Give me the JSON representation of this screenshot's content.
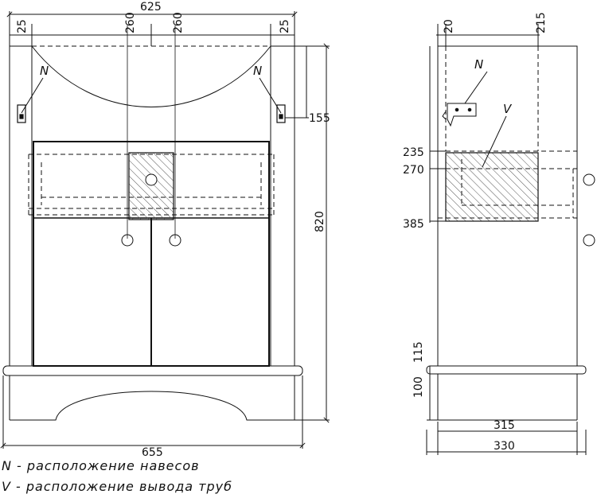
{
  "front_view": {
    "dim_top_total": "625",
    "dim_left_edge": "25",
    "dim_right_edge": "25",
    "dim_center_left": "260",
    "dim_center_right": "260",
    "dim_hanger_height": "155",
    "dim_total_height": "820",
    "dim_bottom_width": "655",
    "hanger_label_left": "N",
    "hanger_label_right": "N"
  },
  "side_view": {
    "dim_top_left": "20",
    "dim_top_right": "215",
    "dim_h_235": "235",
    "dim_h_270": "270",
    "dim_h_385": "385",
    "dim_h_115": "115",
    "dim_h_100": "100",
    "dim_w_315": "315",
    "dim_w_330": "330",
    "hanger_label": "N",
    "pipe_label": "V"
  },
  "legend": {
    "n_line": "N  -  расположение  навесов",
    "v_line": "V  -  расположение  вывода  труб"
  }
}
